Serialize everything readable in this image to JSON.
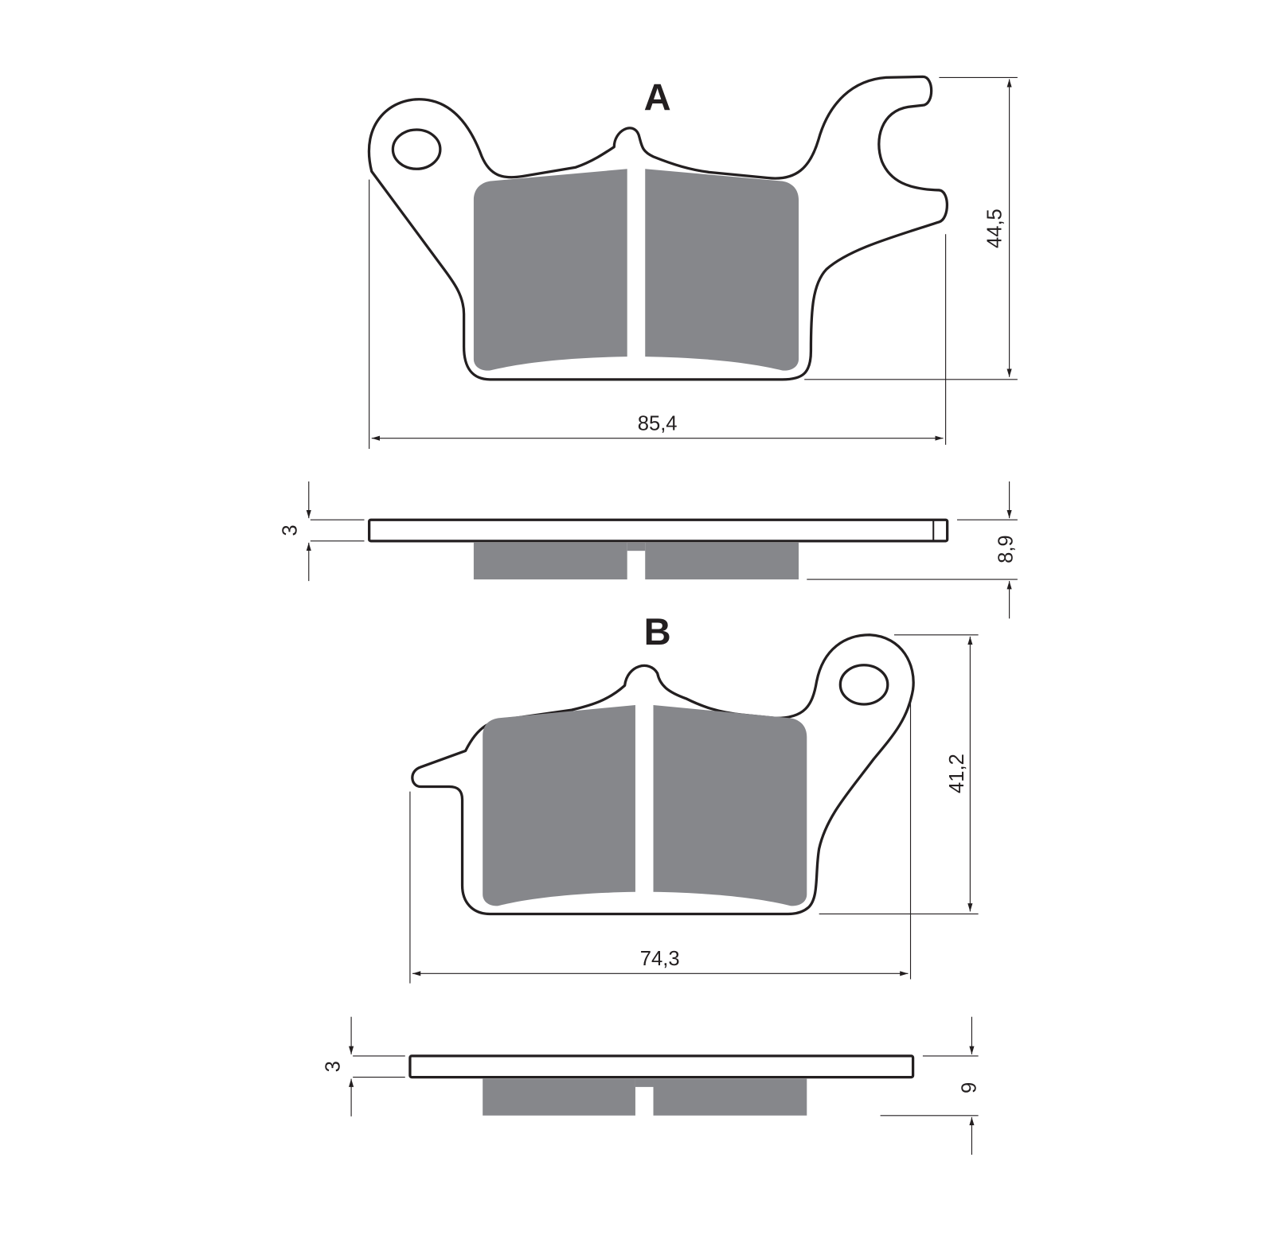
{
  "pad_a": {
    "label": "A",
    "width": "85,4",
    "height": "44,5",
    "backplate_thickness": "3",
    "total_thickness": "8,9"
  },
  "pad_b": {
    "label": "B",
    "width": "74,3",
    "height": "41,2",
    "backplate_thickness": "3",
    "total_thickness": "9"
  },
  "colors": {
    "friction": "#86878b",
    "line": "#231f20"
  }
}
